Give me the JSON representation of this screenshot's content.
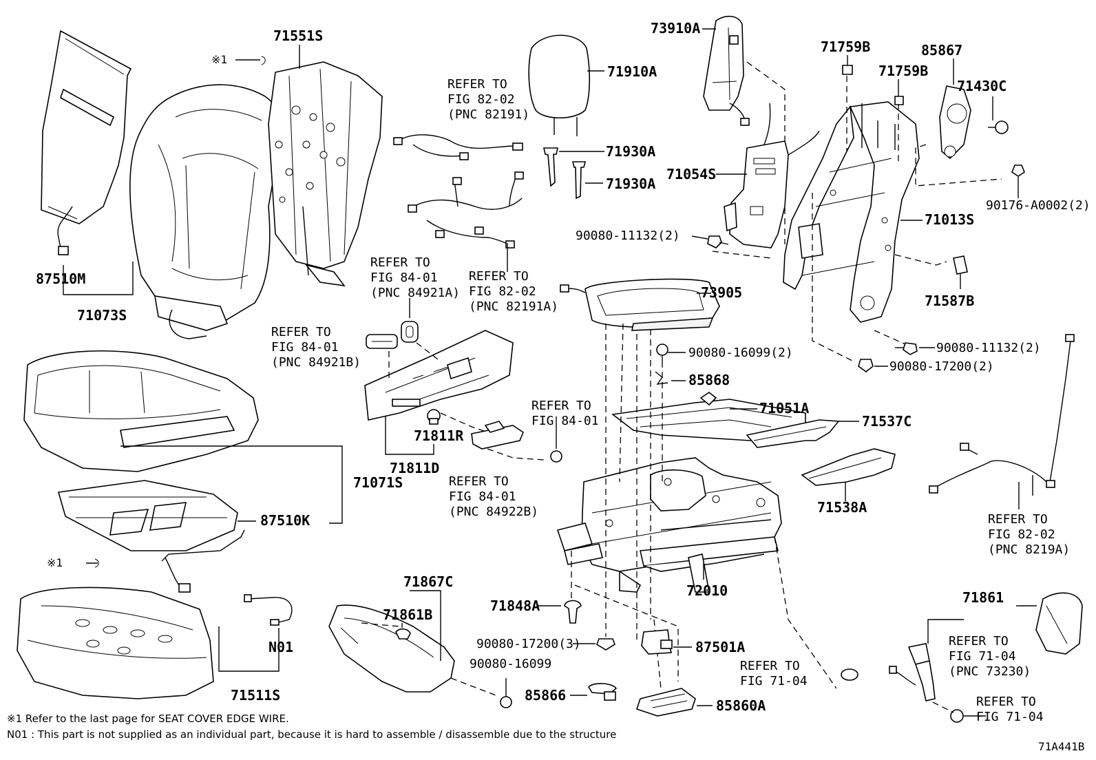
{
  "diagram_id": "71A441B",
  "footnotes": {
    "note1": "※1  Refer to the last page for SEAT COVER EDGE WIRE.",
    "note2": "N01 : This part is not supplied as an individual part, because it is hard to assemble / disassemble due to the structure"
  },
  "labels": {
    "l71551S": "71551S",
    "lNote1a": "※1",
    "lNote1b": "※1",
    "l87510M": "87510M",
    "l71073S": "71073S",
    "l71071S": "71071S",
    "l87510K": "87510K",
    "l71511S": "71511S",
    "lN01": "N01",
    "l71910A": "71910A",
    "l71930A_1": "71930A",
    "l71930A_2": "71930A",
    "l73910A": "73910A",
    "l71759B_1": "71759B",
    "l71759B_2": "71759B",
    "l85867": "85867",
    "l71430C": "71430C",
    "l71054S": "71054S",
    "l90176": "90176-A0002(2)",
    "l71013S": "71013S",
    "l90080_11132a": "90080-11132(2)",
    "l90080_11132b": "90080-11132(2)",
    "l73905": "73905",
    "l71587B": "71587B",
    "l90080_16099_2": "90080-16099(2)",
    "l85868": "85868",
    "l90080_17200_2": "90080-17200(2)",
    "l71051A": "71051A",
    "l71537C": "71537C",
    "l71811R": "71811R",
    "l71811D": "71811D",
    "l71538A": "71538A",
    "l72010": "72010",
    "l71867C": "71867C",
    "l71861B": "71861B",
    "l71848A": "71848A",
    "l90080_17200_3": "90080-17200(3)",
    "l87501A": "87501A",
    "l90080_16099": "90080-16099",
    "l85866": "85866",
    "l85860A": "85860A",
    "l71861": "71861"
  },
  "refs": {
    "r82191": [
      "REFER TO",
      "FIG 82-02",
      "(PNC 82191)"
    ],
    "r84921A": [
      "REFER TO",
      "FIG 84-01",
      "(PNC 84921A)"
    ],
    "r82191A": [
      "REFER TO",
      "FIG 82-02",
      "(PNC 82191A)"
    ],
    "r84921B": [
      "REFER TO",
      "FIG 84-01",
      "(PNC 84921B)"
    ],
    "r8401": [
      "REFER TO",
      "FIG 84-01"
    ],
    "r84922B": [
      "REFER TO",
      "FIG 84-01",
      "(PNC 84922B)"
    ],
    "r8219A": [
      "REFER TO",
      "FIG 82-02",
      "(PNC 8219A)"
    ],
    "r7104a": [
      "REFER TO",
      "FIG 71-04"
    ],
    "r73230": [
      "REFER TO",
      "FIG 71-04",
      "(PNC 73230)"
    ],
    "r7104b": [
      "REFER TO",
      "FIG 71-04"
    ]
  }
}
